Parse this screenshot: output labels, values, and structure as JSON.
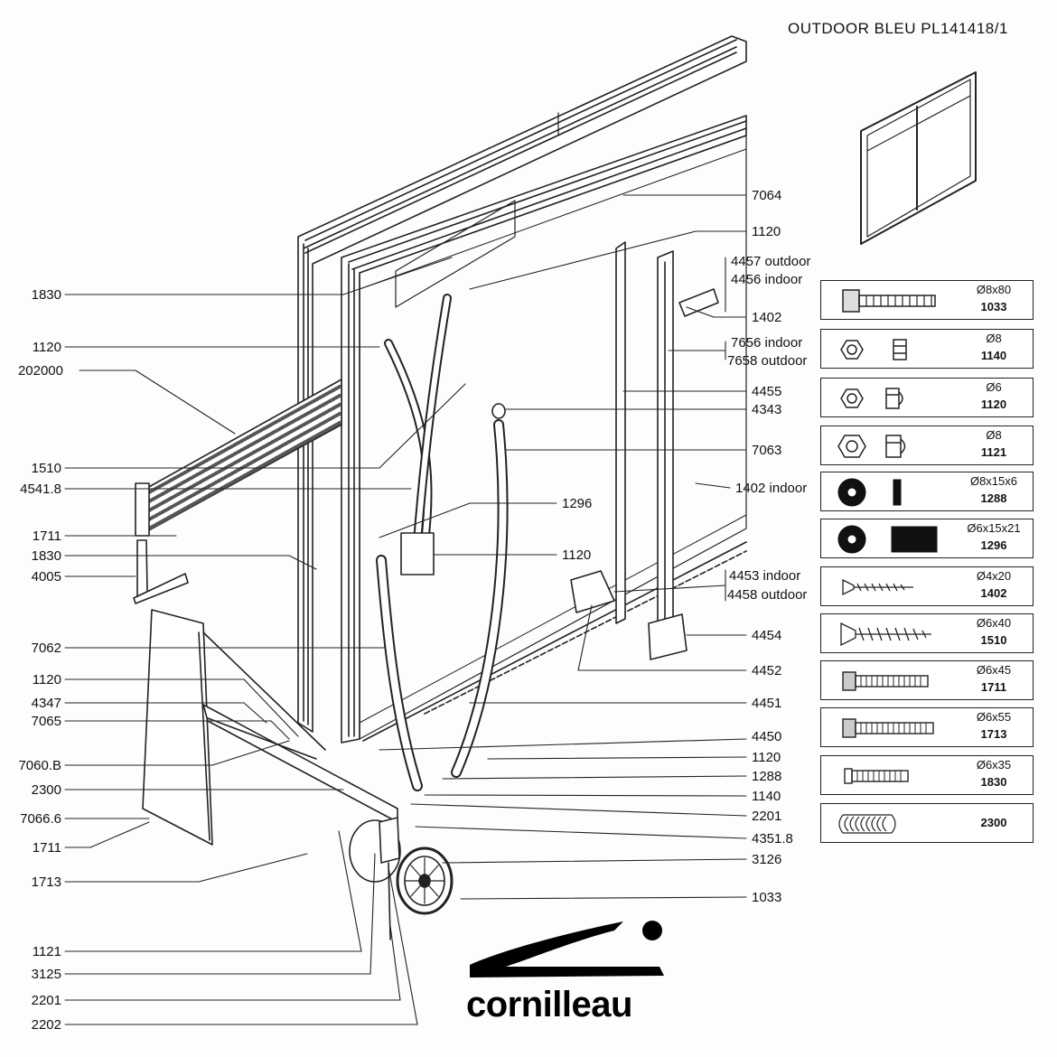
{
  "header": {
    "title": "OUTDOOR  BLEU  PL141418/1"
  },
  "left_labels": [
    {
      "ref": "1830"
    },
    {
      "ref": "1120"
    },
    {
      "ref": "202000"
    },
    {
      "ref": "1510"
    },
    {
      "ref": "4541.8"
    },
    {
      "ref": "1711"
    },
    {
      "ref": "1830"
    },
    {
      "ref": "4005"
    },
    {
      "ref": "7062"
    },
    {
      "ref": "1120"
    },
    {
      "ref": "4347"
    },
    {
      "ref": "7065"
    },
    {
      "ref": "7060.B"
    },
    {
      "ref": "2300"
    },
    {
      "ref": "7066.6"
    },
    {
      "ref": "1711"
    },
    {
      "ref": "1713"
    },
    {
      "ref": "1121"
    },
    {
      "ref": "3125"
    },
    {
      "ref": "2201"
    },
    {
      "ref": "2202"
    }
  ],
  "right_labels": [
    {
      "ref": "7064"
    },
    {
      "ref": "1120"
    },
    {
      "ref": "4457 outdoor"
    },
    {
      "ref": "4456 indoor"
    },
    {
      "ref": "1402"
    },
    {
      "ref": "7656 indoor"
    },
    {
      "ref": "7658 outdoor"
    },
    {
      "ref": "4455"
    },
    {
      "ref": "4343"
    },
    {
      "ref": "7063"
    },
    {
      "ref": "1402 indoor"
    },
    {
      "ref": "1296"
    },
    {
      "ref": "1120"
    },
    {
      "ref": "4453 indoor"
    },
    {
      "ref": "4458 outdoor"
    },
    {
      "ref": "4454"
    },
    {
      "ref": "4452"
    },
    {
      "ref": "4451"
    },
    {
      "ref": "4450"
    },
    {
      "ref": "1120"
    },
    {
      "ref": "1288"
    },
    {
      "ref": "1140"
    },
    {
      "ref": "2201"
    },
    {
      "ref": "4351.8"
    },
    {
      "ref": "3126"
    },
    {
      "ref": "1033"
    }
  ],
  "hardware": [
    {
      "size": "Ø8x80",
      "code": "1033",
      "icon": "hex-bolt-icon"
    },
    {
      "size": "Ø8",
      "code": "1140",
      "icon": "hex-nut-icon"
    },
    {
      "size": "Ø6",
      "code": "1120",
      "icon": "lock-nut-icon"
    },
    {
      "size": "Ø8",
      "code": "1121",
      "icon": "lock-nut-icon"
    },
    {
      "size": "Ø8x15x6",
      "code": "1288",
      "icon": "washer-icon"
    },
    {
      "size": "Ø6x15x21",
      "code": "1296",
      "icon": "spacer-icon"
    },
    {
      "size": "Ø4x20",
      "code": "1402",
      "icon": "wood-screw-icon"
    },
    {
      "size": "Ø6x40",
      "code": "1510",
      "icon": "wood-screw-icon"
    },
    {
      "size": "Ø6x45",
      "code": "1711",
      "icon": "hex-bolt-icon"
    },
    {
      "size": "Ø6x55",
      "code": "1713",
      "icon": "hex-bolt-icon"
    },
    {
      "size": "Ø6x35",
      "code": "1830",
      "icon": "socket-bolt-icon"
    },
    {
      "size": "",
      "code": "2300",
      "icon": "spring-clip-icon"
    }
  ],
  "brand": {
    "name": "cornilleau"
  }
}
